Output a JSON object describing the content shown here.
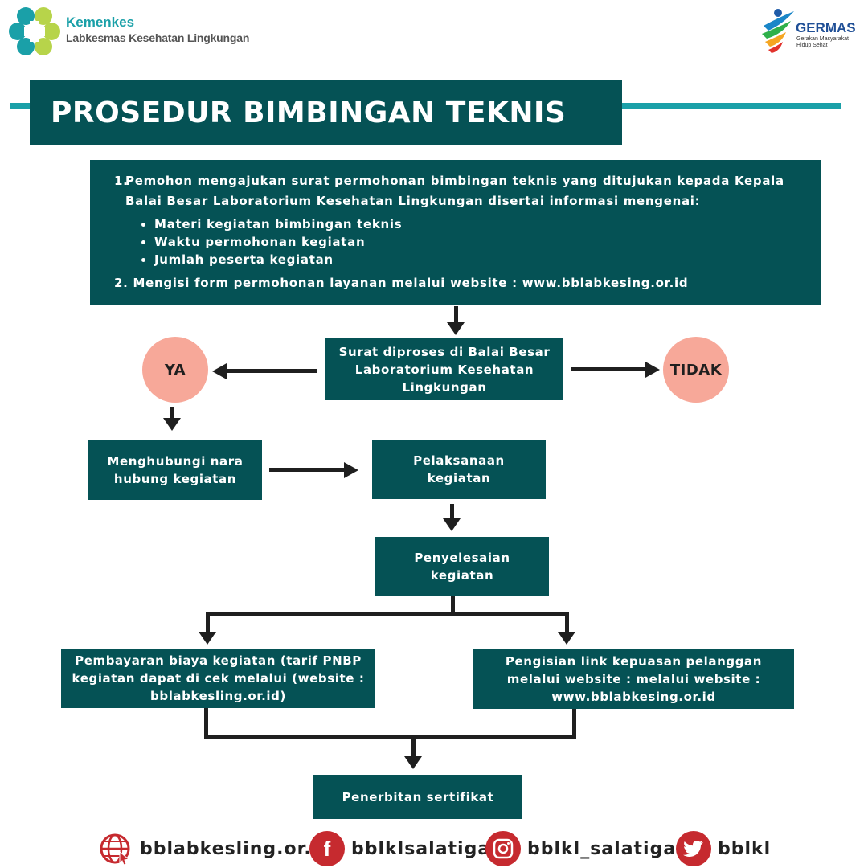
{
  "header": {
    "brand_name": "Kemenkes",
    "brand_sub": "Labkesmas Kesehatan Lingkungan",
    "germas_name": "GERMAS",
    "germas_sub_1": "Gerakan Masyarakat",
    "germas_sub_2": "Hidup Sehat"
  },
  "title": "PROSEDUR BIMBINGAN TEKNIS",
  "steps": {
    "step1_num": "1.",
    "step1_text": "Pemohon mengajukan surat permohonan bimbingan teknis yang ditujukan kepada Kepala Balai Besar Laboratorium Kesehatan Lingkungan disertai informasi mengenai:",
    "bullets": [
      "Materi kegiatan bimbingan teknis",
      "Waktu permohonan kegiatan",
      "Jumlah peserta kegiatan"
    ],
    "step2_text": "2. Mengisi form permohonan layanan melalui website : www.bblabkesing.or.id"
  },
  "flow": {
    "process": "Surat diproses di Balai Besar Laboratorium Kesehatan Lingkungan",
    "yes": "YA",
    "no": "TIDAK",
    "contact": "Menghubungi nara hubung kegiatan",
    "implementation": "Pelaksanaan kegiatan",
    "completion": "Penyelesaian kegiatan",
    "payment": "Pembayaran biaya kegiatan (tarif PNBP kegiatan dapat di cek melalui (website : bblabkesling.or.id)",
    "survey": "Pengisian link kepuasan pelanggan melalui website : melalui website : www.bblabkesing.or.id",
    "certificate": "Penerbitan sertifikat"
  },
  "footer": {
    "website": "bblabkesling.or.id",
    "facebook": "bblklsalatiga",
    "instagram": "bblkl_salatiga",
    "twitter": "bblkl"
  },
  "colors": {
    "teal_dark": "#055255",
    "teal_light": "#1aa0a8",
    "salmon": "#f7a899",
    "footer_red": "#c62a2f"
  },
  "icons": [
    "kemenkes-logo-icon",
    "germas-logo-icon",
    "globe-icon",
    "facebook-icon",
    "instagram-icon",
    "twitter-icon"
  ]
}
